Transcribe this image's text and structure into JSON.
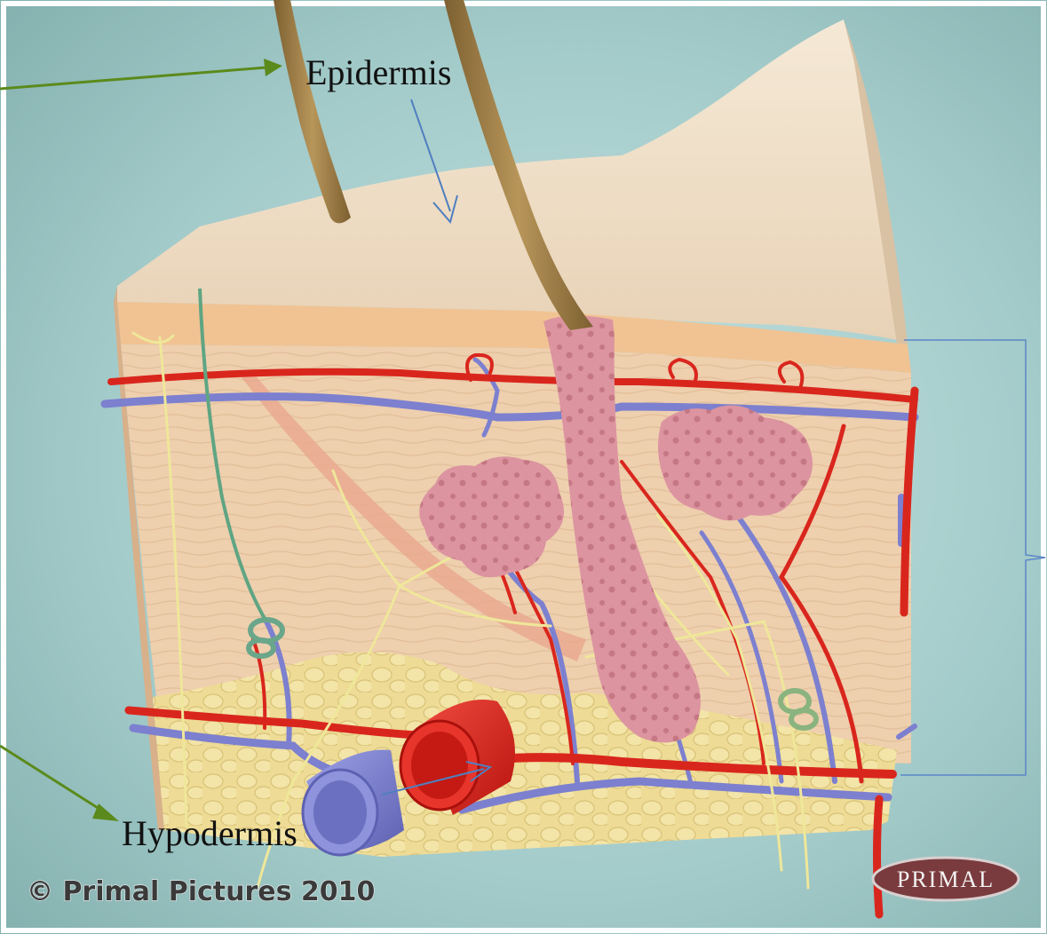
{
  "labels": {
    "epidermis": "Epidermis",
    "hypodermis": "Hypodermis"
  },
  "copyright": "© Primal Pictures 2010",
  "logo": "PRIMAL",
  "colors": {
    "background": "#9fc6c6",
    "skin_surface": "#efdcc2",
    "dermis": "#edcca9",
    "hypodermis_fat": "#eedb95",
    "artery": "#d9261d",
    "vein": "#7c80cf",
    "nerve": "#efe79a",
    "hair": "#a5844b",
    "follicle": "#d98a95",
    "arrow_green": "#5b8a1c",
    "arrow_blue": "#4f7fc0",
    "bracket": "#5b86c8"
  }
}
